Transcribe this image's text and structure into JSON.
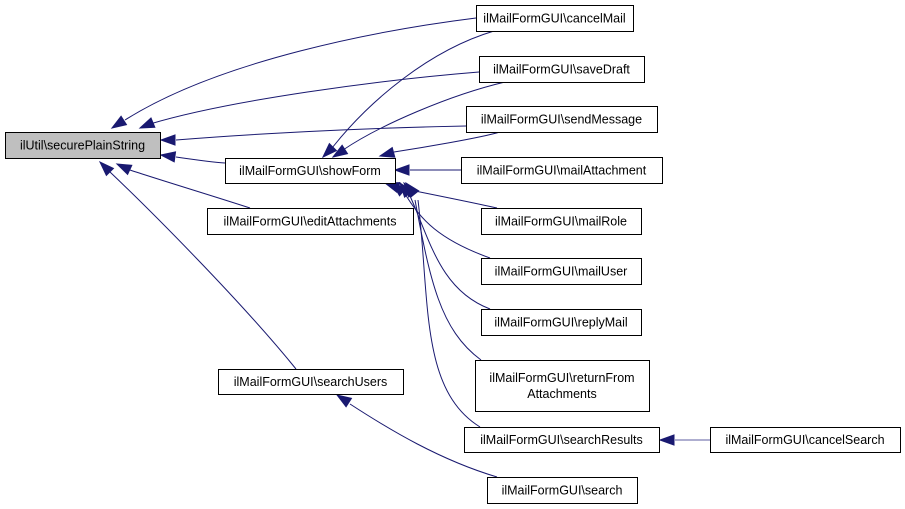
{
  "graph": {
    "type": "caller-graph",
    "root": "securePlainString",
    "nodes": [
      {
        "id": "securePlainString",
        "lines": [
          "ilUtil\\securePlainString"
        ],
        "highlight": true
      },
      {
        "id": "showForm",
        "lines": [
          "ilMailFormGUI\\showForm"
        ]
      },
      {
        "id": "editAttachments",
        "lines": [
          "ilMailFormGUI\\editAttachments"
        ]
      },
      {
        "id": "searchUsers",
        "lines": [
          "ilMailFormGUI\\searchUsers"
        ]
      },
      {
        "id": "cancelMail",
        "lines": [
          "ilMailFormGUI\\cancelMail"
        ]
      },
      {
        "id": "saveDraft",
        "lines": [
          "ilMailFormGUI\\saveDraft"
        ]
      },
      {
        "id": "sendMessage",
        "lines": [
          "ilMailFormGUI\\sendMessage"
        ]
      },
      {
        "id": "mailAttachment",
        "lines": [
          "ilMailFormGUI\\mailAttachment"
        ]
      },
      {
        "id": "mailRole",
        "lines": [
          "ilMailFormGUI\\mailRole"
        ]
      },
      {
        "id": "mailUser",
        "lines": [
          "ilMailFormGUI\\mailUser"
        ]
      },
      {
        "id": "replyMail",
        "lines": [
          "ilMailFormGUI\\replyMail"
        ]
      },
      {
        "id": "returnFromAttachments",
        "lines": [
          "ilMailFormGUI\\returnFrom",
          "Attachments"
        ]
      },
      {
        "id": "searchResults",
        "lines": [
          "ilMailFormGUI\\searchResults"
        ]
      },
      {
        "id": "cancelSearch",
        "lines": [
          "ilMailFormGUI\\cancelSearch"
        ]
      },
      {
        "id": "search",
        "lines": [
          "ilMailFormGUI\\search"
        ]
      }
    ],
    "edges": [
      {
        "from": "cancelMail",
        "to": "securePlainString"
      },
      {
        "from": "saveDraft",
        "to": "securePlainString"
      },
      {
        "from": "sendMessage",
        "to": "securePlainString"
      },
      {
        "from": "showForm",
        "to": "securePlainString"
      },
      {
        "from": "editAttachments",
        "to": "securePlainString"
      },
      {
        "from": "searchUsers",
        "to": "securePlainString"
      },
      {
        "from": "cancelMail",
        "to": "showForm"
      },
      {
        "from": "saveDraft",
        "to": "showForm"
      },
      {
        "from": "sendMessage",
        "to": "showForm"
      },
      {
        "from": "mailAttachment",
        "to": "showForm"
      },
      {
        "from": "mailRole",
        "to": "showForm"
      },
      {
        "from": "mailUser",
        "to": "showForm"
      },
      {
        "from": "replyMail",
        "to": "showForm"
      },
      {
        "from": "returnFromAttachments",
        "to": "showForm"
      },
      {
        "from": "searchResults",
        "to": "showForm"
      },
      {
        "from": "cancelSearch",
        "to": "searchResults"
      },
      {
        "from": "search",
        "to": "searchUsers"
      }
    ],
    "colors": {
      "edge": "#191970",
      "root_fill": "#bfbfbf",
      "node_fill": "#ffffff",
      "node_border": "#000000"
    }
  }
}
